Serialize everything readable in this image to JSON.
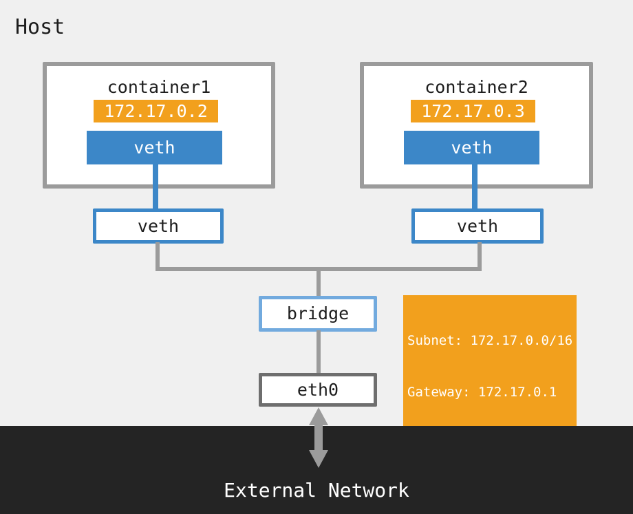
{
  "diagram": {
    "title": "Host",
    "background_color": "#f0f0f0",
    "external_band_color": "#242424",
    "accent_blue": "#3c87c8",
    "accent_orange": "#f2a01d",
    "accent_gray": "#9b9b9b"
  },
  "containers": [
    {
      "name": "container1",
      "ip": "172.17.0.2",
      "interface_label": "veth"
    },
    {
      "name": "container2",
      "ip": "172.17.0.3",
      "interface_label": "veth"
    }
  ],
  "host_interfaces": [
    {
      "label": "veth"
    },
    {
      "label": "veth"
    }
  ],
  "bridge": {
    "label": "bridge"
  },
  "eth0": {
    "label": "eth0"
  },
  "network_info": {
    "subnet_line": "Subnet: 172.17.0.0/16",
    "gateway_line": "Gateway: 172.17.0.1"
  },
  "external": {
    "label": "External Network"
  }
}
